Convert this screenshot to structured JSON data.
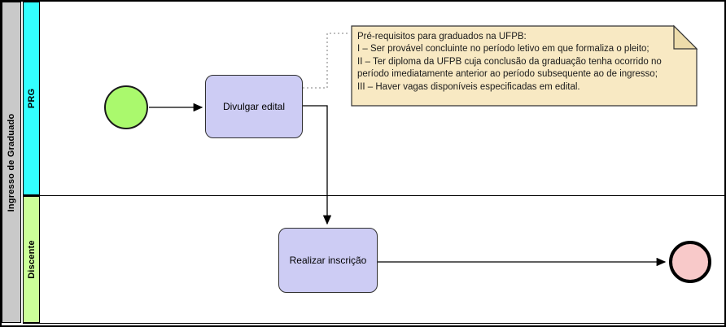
{
  "diagram": {
    "pool": {
      "label": "Ingresso de Graduado",
      "bar_color": "#c9c9c9"
    },
    "lanes": [
      {
        "id": "prg",
        "label": "PRG",
        "bar_color": "#33ffff"
      },
      {
        "id": "discente",
        "label": "Discente",
        "bar_color": "#ccff99"
      }
    ],
    "nodes": {
      "start_event": {
        "type": "start-event",
        "fill": "#aaf96d"
      },
      "task_divulgar": {
        "label": "Divulgar edital",
        "fill": "#cdccf4"
      },
      "task_realizar": {
        "label": "Realizar inscrição",
        "fill": "#cdccf4"
      },
      "end_event": {
        "type": "end-event",
        "fill": "#f8c9c9"
      }
    },
    "annotation": {
      "fill": "#f8e9c3",
      "fold_fill": "#eddcab",
      "stroke": "#333333",
      "lines": [
        "Pré-requisitos para graduados na UFPB:",
        "I – Ser provável concluinte no período letivo em que formaliza o pleito;",
        "II – Ter diploma da UFPB cuja conclusão da graduação tenha ocorrido no",
        "período imediatamente anterior ao período subsequente ao de ingresso;",
        "III – Haver vagas disponíveis especificadas em edital."
      ]
    }
  }
}
